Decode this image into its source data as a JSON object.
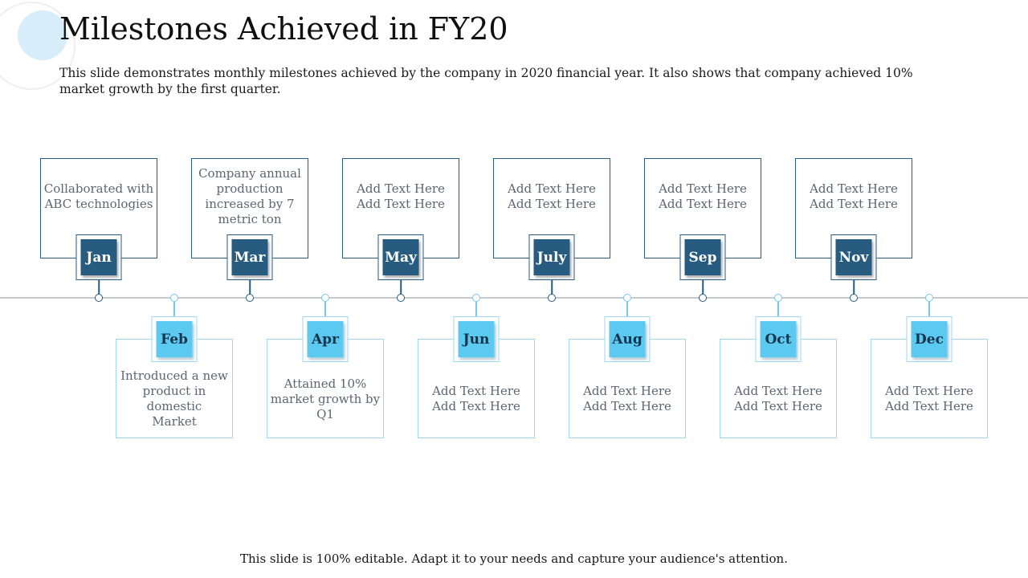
{
  "slide": {
    "title": "Milestones Achieved in FY20",
    "subtitle": "This slide demonstrates monthly milestones achieved by the company in 2020 financial year. It also shows that company achieved 10% market growth by the first quarter.",
    "footer": "This slide is 100% editable. Adapt it to your needs and capture your audience's attention."
  },
  "colors": {
    "navy": "#275c80",
    "sky": "#5cc9f0",
    "sky_border": "#9ed9f1",
    "sky_line": "#74c9ec",
    "timeline": "#c4c9cc",
    "body_text": "#5c6670"
  },
  "timeline": {
    "months": [
      {
        "label": "Jan",
        "side": "top",
        "text": "Collaborated with\nABC technologies"
      },
      {
        "label": "Feb",
        "side": "bottom",
        "text": "Introduced a new\nproduct in domestic\nMarket"
      },
      {
        "label": "Mar",
        "side": "top",
        "text": "Company annual\nproduction\nincreased by 7\nmetric ton"
      },
      {
        "label": "Apr",
        "side": "bottom",
        "text": "Attained 10%\nmarket growth by\nQ1"
      },
      {
        "label": "May",
        "side": "top",
        "text": "Add Text Here\nAdd Text Here"
      },
      {
        "label": "Jun",
        "side": "bottom",
        "text": "Add Text Here\nAdd Text Here"
      },
      {
        "label": "July",
        "side": "top",
        "text": "Add Text Here\nAdd Text Here"
      },
      {
        "label": "Aug",
        "side": "bottom",
        "text": "Add Text Here\nAdd Text Here"
      },
      {
        "label": "Sep",
        "side": "top",
        "text": "Add Text Here\nAdd Text Here"
      },
      {
        "label": "Oct",
        "side": "bottom",
        "text": "Add Text Here\nAdd Text Here"
      },
      {
        "label": "Nov",
        "side": "top",
        "text": "Add Text Here\nAdd Text Here"
      },
      {
        "label": "Dec",
        "side": "bottom",
        "text": "Add Text Here\nAdd Text Here"
      }
    ]
  }
}
